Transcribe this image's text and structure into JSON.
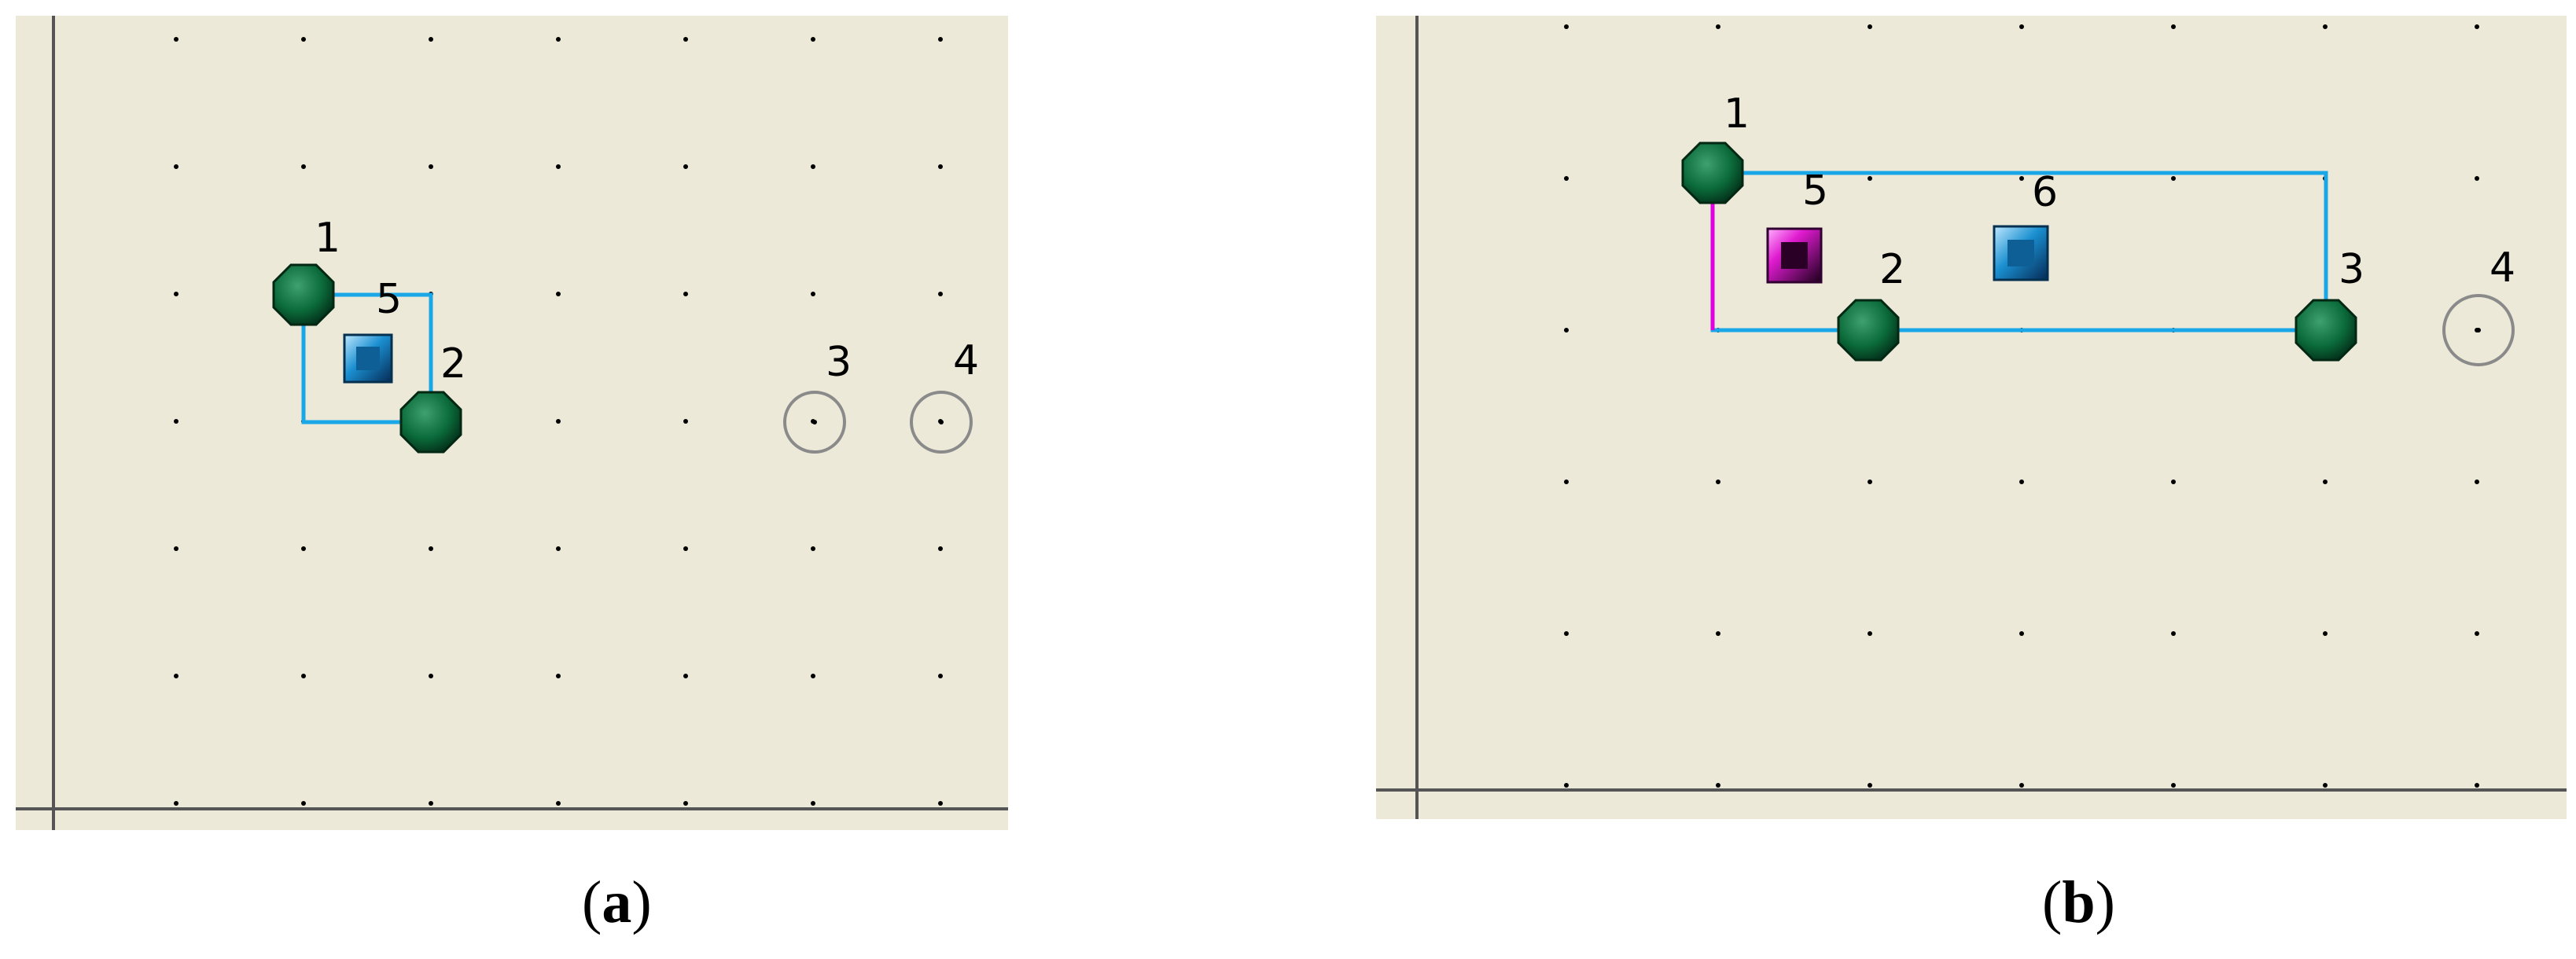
{
  "colors": {
    "canvas": "#ece9d8",
    "axis": "#555555",
    "grid_dot": "#000000",
    "link": "#1aa7e8",
    "selected_link": "#e000e0",
    "node_fill": "#0b6b3a",
    "free_node": "#8a8a8a",
    "box_blue": "#1a7fb5",
    "box_magenta": "#c0119e"
  },
  "icons": {
    "node": "green-octagon-node-icon",
    "free_node": "hollow-circle-node-icon",
    "element": "square-element-icon"
  },
  "panels": [
    {
      "id": "a",
      "caption_open": "(",
      "caption_letter": "a",
      "caption_close": ")",
      "nodes": [
        {
          "label": "1",
          "state": "active"
        },
        {
          "label": "2",
          "state": "active"
        },
        {
          "label": "3",
          "state": "free"
        },
        {
          "label": "4",
          "state": "free"
        }
      ],
      "elements": [
        {
          "label": "5",
          "color": "blue"
        }
      ]
    },
    {
      "id": "b",
      "caption_open": "(",
      "caption_letter": "b",
      "caption_close": ")",
      "nodes": [
        {
          "label": "1",
          "state": "active"
        },
        {
          "label": "2",
          "state": "active"
        },
        {
          "label": "3",
          "state": "active"
        },
        {
          "label": "4",
          "state": "free"
        }
      ],
      "elements": [
        {
          "label": "5",
          "color": "magenta"
        },
        {
          "label": "6",
          "color": "blue"
        }
      ]
    }
  ]
}
